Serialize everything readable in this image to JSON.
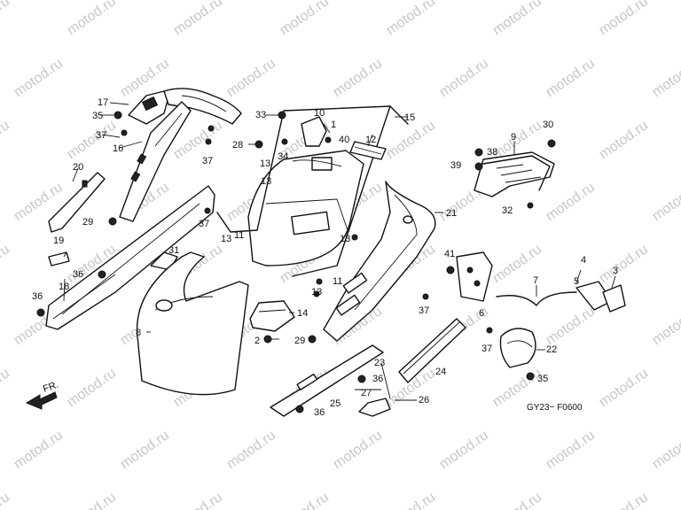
{
  "watermark": "motod.ru",
  "diagram_code": "GY23− F0600",
  "direction_label": "FR.",
  "callouts": [
    "1",
    "2",
    "3",
    "4",
    "5",
    "6",
    "7",
    "8",
    "9",
    "10",
    "11",
    "12",
    "13",
    "14",
    "15",
    "16",
    "17",
    "18",
    "19",
    "20",
    "21",
    "22",
    "23",
    "24",
    "25",
    "26",
    "27",
    "28",
    "29",
    "30",
    "31",
    "32",
    "33",
    "34",
    "35",
    "36",
    "37",
    "38",
    "39",
    "40",
    "41"
  ]
}
